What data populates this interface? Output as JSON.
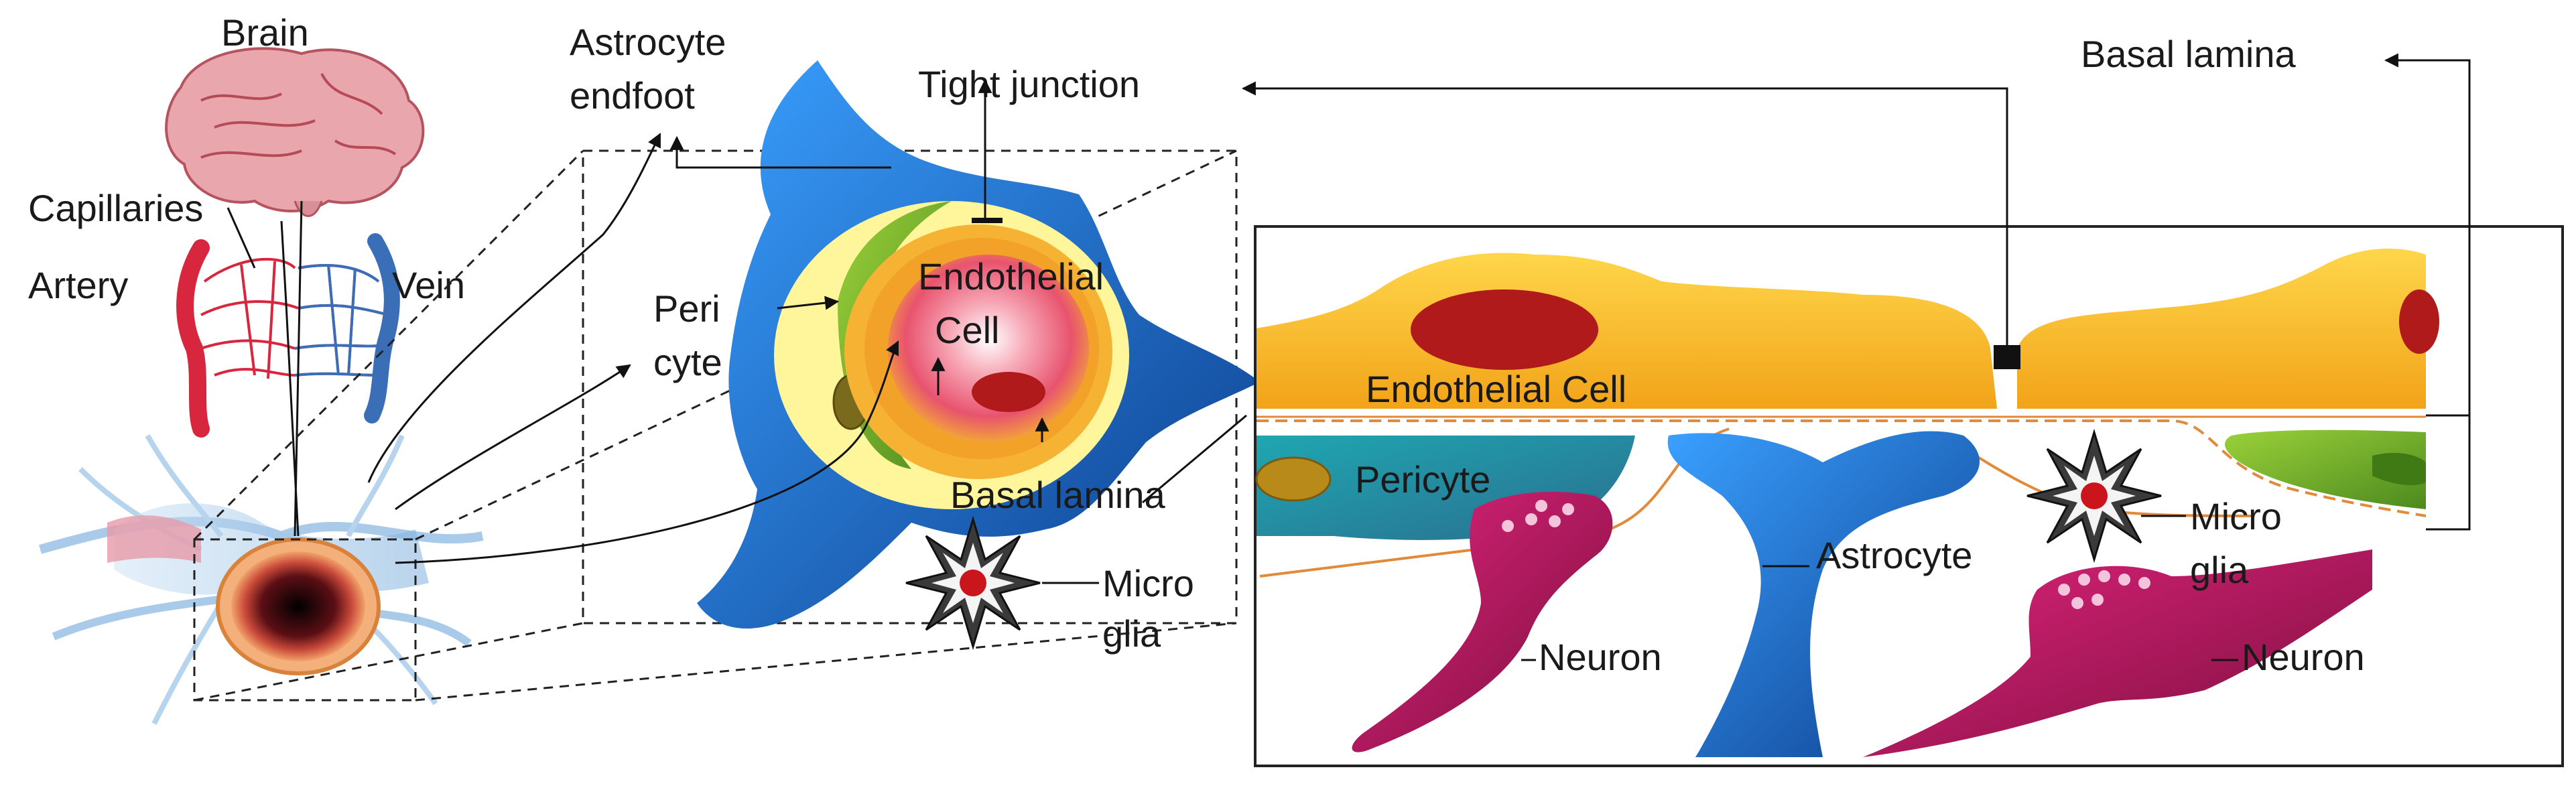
{
  "labels": {
    "brain": "Brain",
    "capillaries": "Capillaries",
    "artery": "Artery",
    "vein": "Vein",
    "astrocyte_endfoot_1": "Astrocyte",
    "astrocyte_endfoot_2": "endfoot",
    "tight_junction": "Tight junction",
    "basal_lamina_top": "Basal lamina",
    "pericyte_1": "Peri",
    "pericyte_2": "cyte",
    "endothelial_cell_1": "Endothelial",
    "endothelial_cell_2": "Cell",
    "basal_lamina_mid": "Basal lamina",
    "microglia_left_1": "Micro",
    "microglia_left_2": "glia",
    "endothelial_cell_right": "Endothelial Cell",
    "pericyte_right": "Pericyte",
    "astrocyte_right": "Astrocyte",
    "microglia_right_1": "Micro",
    "microglia_right_2": "glia",
    "neuron_left": "Neuron",
    "neuron_right": "Neuron"
  },
  "colors": {
    "astrocyte_blue": "#1f6fc4",
    "endothelial_orange": "#f5a623",
    "endothelial_yellow": "#f7c948",
    "nucleus_red": "#b01a1a",
    "pericyte_green": "#7fb33a",
    "pericyte_teal": "#2aa3a8",
    "neuron_magenta": "#c4156b",
    "artery_red": "#d7263d",
    "vein_blue": "#3a6fb8",
    "brain_pink": "#e6a3a8"
  },
  "icons": {
    "brain": "brain-icon",
    "capillaries": "capillary-network-icon",
    "microglia": "microglia-star-icon",
    "vessel": "blood-vessel-cross-section-icon"
  }
}
